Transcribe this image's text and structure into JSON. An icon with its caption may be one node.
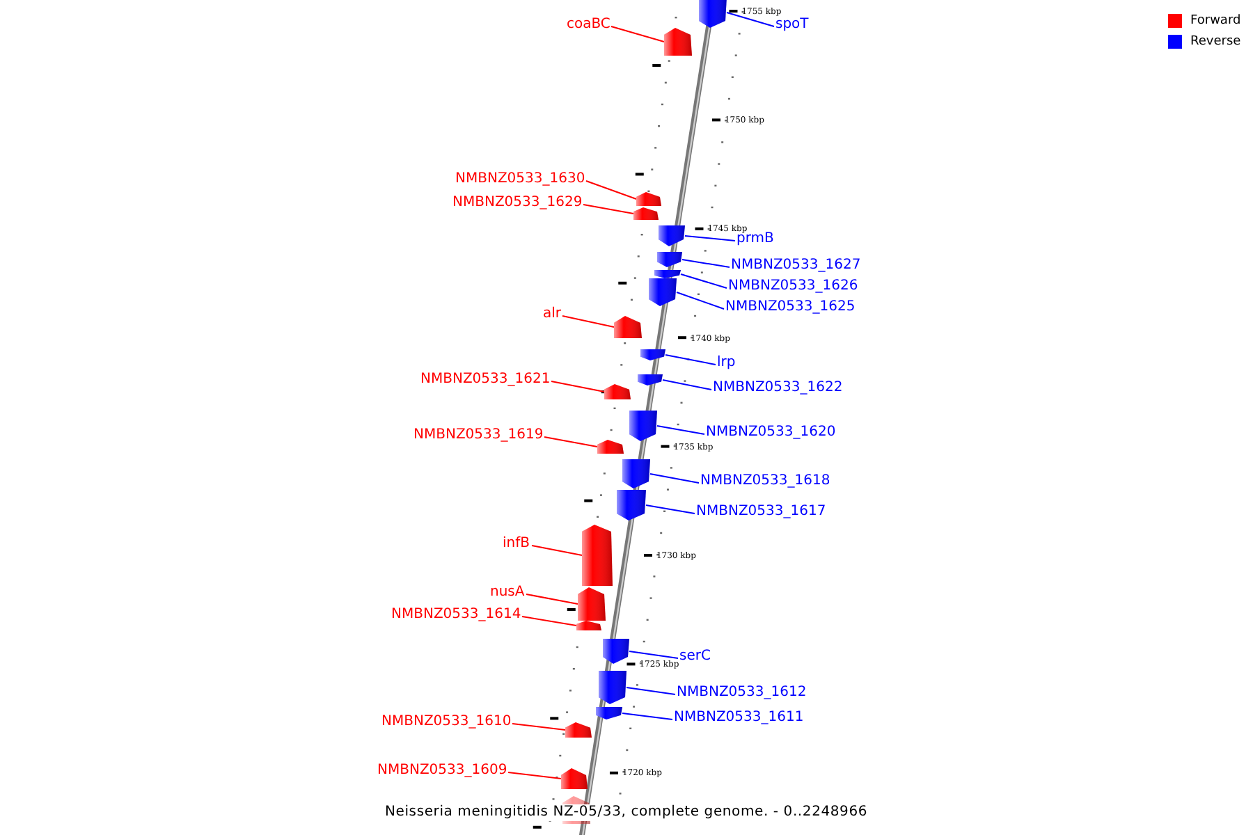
{
  "diagram": {
    "caption": "Neisseria meningitidis NZ-05/33, complete genome. - 0..2248966",
    "nodes": [
      {
        "text": [
          "spoT"
        ]
      },
      {
        "text": [],
        "shape": "box"
      },
      {
        "text": [
          "coaBC"
        ]
      },
      {
        "text": [],
        "shape": "box"
      },
      {
        "text": [
          "NMBNZ0533_1630"
        ]
      },
      {
        "text": [],
        "shape": "box"
      },
      {
        "text": [
          "NMBNZ0533_1629"
        ]
      },
      {
        "text": [],
        "shape": "box"
      },
      {
        "text": [
          "prmB"
        ]
      },
      {
        "text": [],
        "shape": "box"
      },
      {
        "text": [
          "NMBNZ0533_1627"
        ]
      },
      {
        "text": [],
        "shape": "box"
      },
      {
        "text": [
          "NMBNZ0533_1626"
        ]
      },
      {
        "text": [],
        "shape": "box"
      },
      {
        "text": [
          "NMBNZ0533_1625"
        ]
      },
      {
        "text": [],
        "shape": "box"
      },
      {
        "text": [
          "alr"
        ]
      },
      {
        "text": [],
        "shape": "box"
      },
      {
        "text": [
          "lrp"
        ]
      },
      {
        "text": [],
        "shape": "box"
      },
      {
        "text": [
          "NMBNZ0533_1621"
        ]
      },
      {
        "text": [],
        "shape": "box"
      },
      {
        "text": [
          "NMBNZ0533_1622"
        ]
      },
      {
        "text": [],
        "shape": "box"
      },
      {
        "text": [
          "NMBNZ0533_1620"
        ]
      },
      {
        "text": [],
        "shape": "box"
      },
      {
        "text": [
          "NMBNZ0533_1619"
        ]
      },
      {
        "text": [],
        "shape": "box"
      },
      {
        "text": [
          "NMBNZ0533_1618"
        ]
      },
      {
        "text": [],
        "shape": "box"
      },
      {
        "text": [
          "NMBNZ0533_1617"
        ]
      },
      {
        "text": [],
        "shape": "box"
      },
      {
        "text": [
          "infB"
        ]
      },
      {
        "text": [],
        "shape": "box"
      },
      {
        "text": [
          "nusA"
        ]
      },
      {
        "text": [],
        "shape": "box"
      },
      {
        "text": [
          "NMBNZ0533_1614"
        ]
      },
      {
        "text": [],
        "shape": "box"
      },
      {
        "text": [
          "serC"
        ]
      },
      {
        "text": [],
        "shape": "box"
      },
      {
        "text": [
          "NMBNZ0533_1612"
        ]
      },
      {
        "text": [],
        "shape": "box"
      },
      {
        "text": [
          "NMBNZ0533_1611"
        ]
      },
      {
        "text": [],
        "shape": "box"
      },
      {
        "text": [
          "NMBNZ0533_1610"
        ]
      },
      {
        "text": [],
        "shape": "box"
      },
      {
        "text": [
          "NMBNZ0533_1609"
        ]
      },
      {
        "text": [],
        "shape": "box"
      },
      {
        "text": [],
        "shape": "box"
      }
    ],
    "edges": [
      {
        "from": 0,
        "to": 1,
        "arrow": "none",
        "color": "#0000ff"
      },
      {
        "from": 2,
        "to": 3,
        "arrow": "none",
        "color": "#ff0000"
      },
      {
        "from": 4,
        "to": 5,
        "arrow": "none",
        "color": "#ff0000"
      },
      {
        "from": 6,
        "to": 7,
        "arrow": "none",
        "color": "#ff0000"
      },
      {
        "from": 8,
        "to": 9,
        "arrow": "none",
        "color": "#0000ff"
      },
      {
        "from": 10,
        "to": 11,
        "arrow": "none",
        "color": "#0000ff"
      },
      {
        "from": 12,
        "to": 13,
        "arrow": "none",
        "color": "#0000ff"
      },
      {
        "from": 14,
        "to": 15,
        "arrow": "none",
        "color": "#0000ff"
      },
      {
        "from": 16,
        "to": 17,
        "arrow": "none",
        "color": "#ff0000"
      },
      {
        "from": 18,
        "to": 19,
        "arrow": "none",
        "color": "#0000ff"
      },
      {
        "from": 20,
        "to": 21,
        "arrow": "none",
        "color": "#ff0000"
      },
      {
        "from": 22,
        "to": 23,
        "arrow": "none",
        "color": "#0000ff"
      },
      {
        "from": 24,
        "to": 25,
        "arrow": "none",
        "color": "#0000ff"
      },
      {
        "from": 26,
        "to": 27,
        "arrow": "none",
        "color": "#ff0000"
      },
      {
        "from": 28,
        "to": 29,
        "arrow": "none",
        "color": "#0000ff"
      },
      {
        "from": 30,
        "to": 31,
        "arrow": "none",
        "color": "#0000ff"
      },
      {
        "from": 32,
        "to": 33,
        "arrow": "none",
        "color": "#ff0000"
      },
      {
        "from": 34,
        "to": 35,
        "arrow": "none",
        "color": "#ff0000"
      },
      {
        "from": 36,
        "to": 37,
        "arrow": "none",
        "color": "#ff0000"
      },
      {
        "from": 38,
        "to": 39,
        "arrow": "none",
        "color": "#0000ff"
      },
      {
        "from": 40,
        "to": 41,
        "arrow": "none",
        "color": "#0000ff"
      },
      {
        "from": 42,
        "to": 43,
        "arrow": "none",
        "color": "#0000ff"
      },
      {
        "from": 44,
        "to": 45,
        "arrow": "none",
        "color": "#ff0000"
      },
      {
        "from": 46,
        "to": 47,
        "arrow": "none",
        "color": "#ff0000"
      }
    ],
    "labels": [
      "1755 kbp",
      "1750 kbp",
      "1745 kbp",
      "1740 kbp",
      "1735 kbp",
      "1730 kbp",
      "1725 kbp",
      "1720 kbp"
    ],
    "legend": [
      {
        "text": "Forward",
        "color": "#ff0000"
      },
      {
        "text": "Reverse",
        "color": "#0000ff"
      }
    ]
  }
}
